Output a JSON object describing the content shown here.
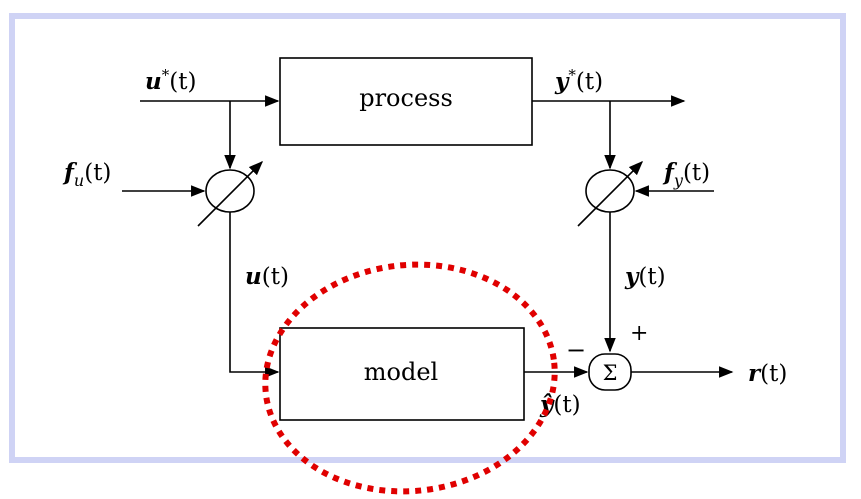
{
  "blocks": {
    "process": "process",
    "model": "model",
    "sum_symbol": "Σ"
  },
  "signals": {
    "u_star": {
      "sym": "u",
      "sup": "*",
      "arg": "(t)"
    },
    "y_star": {
      "sym": "y",
      "sup": "*",
      "arg": "(t)"
    },
    "f_u": {
      "sym": "f",
      "sub": "u",
      "arg": "(t)"
    },
    "f_y": {
      "sym": "f",
      "sub": "y",
      "arg": "(t)"
    },
    "u": {
      "sym": "u",
      "arg": "(t)"
    },
    "y": {
      "sym": "y",
      "arg": "(t)"
    },
    "y_hat": {
      "sym": "ŷ",
      "arg": "(t)"
    },
    "r": {
      "sym": "r",
      "arg": "(t)"
    }
  },
  "signs": {
    "plus": "+",
    "minus": "−"
  },
  "colors": {
    "frame": "#cfd3f5",
    "highlight": "#e00000",
    "line": "#000000"
  }
}
